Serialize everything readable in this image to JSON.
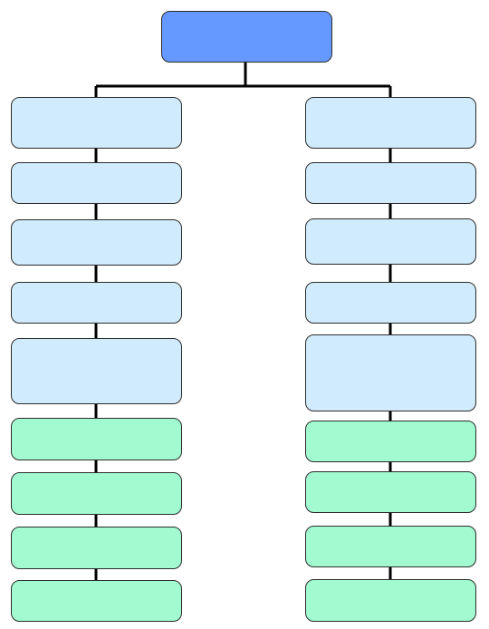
{
  "colors": {
    "root_fill": "#6699ff",
    "category_fill": "#d0ebfc",
    "item_fill": "#a2fbd0",
    "border": "#2b2b2b",
    "connector": "#000000"
  },
  "root": {
    "label": ""
  },
  "branches": [
    {
      "nodes": [
        {
          "label": "",
          "kind": "category"
        },
        {
          "label": "",
          "kind": "category"
        },
        {
          "label": "",
          "kind": "category"
        },
        {
          "label": "",
          "kind": "category"
        },
        {
          "label": "",
          "kind": "category"
        },
        {
          "label": "",
          "kind": "item"
        },
        {
          "label": "",
          "kind": "item"
        },
        {
          "label": "",
          "kind": "item"
        },
        {
          "label": "",
          "kind": "item"
        }
      ]
    },
    {
      "nodes": [
        {
          "label": "",
          "kind": "category"
        },
        {
          "label": "",
          "kind": "category"
        },
        {
          "label": "",
          "kind": "category"
        },
        {
          "label": "",
          "kind": "category"
        },
        {
          "label": "",
          "kind": "category"
        },
        {
          "label": "",
          "kind": "item"
        },
        {
          "label": "",
          "kind": "item"
        },
        {
          "label": "",
          "kind": "item"
        },
        {
          "label": "",
          "kind": "item"
        }
      ]
    }
  ]
}
